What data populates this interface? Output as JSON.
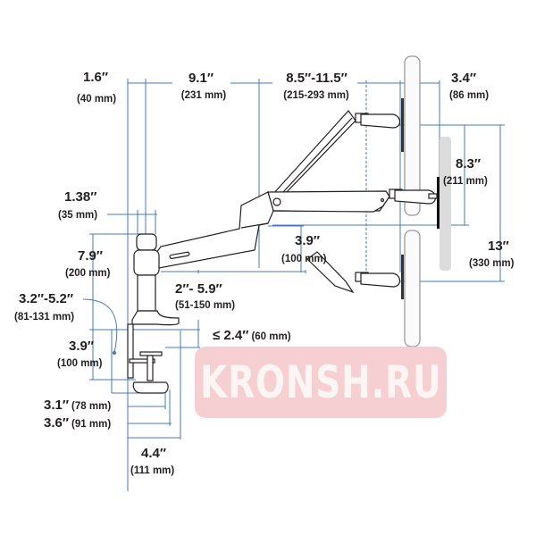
{
  "diagram": {
    "subject": "Single monitor arm mounting dimensions",
    "line_color": "#4a78b8",
    "drawing_color": "#231f20",
    "dimensions": {
      "pole_width": {
        "imperial": "1.6″",
        "metric": "(40 mm)"
      },
      "arm1_length": {
        "imperial": "9.1″",
        "metric": "(231 mm)"
      },
      "arm2_length": {
        "imperial": "8.5″-11.5″",
        "metric": "(215-293 mm)"
      },
      "monitor_depth": {
        "imperial": "3.4″",
        "metric": "(86 mm)"
      },
      "tilt_offset": {
        "imperial": "8.3″",
        "metric": "(211 mm)"
      },
      "lift_range": {
        "imperial": "13″",
        "metric": "(330 mm)"
      },
      "pole_diameter": {
        "imperial": "1.38″",
        "metric": "(35 mm)"
      },
      "arm_drop": {
        "imperial": "3.9″",
        "metric": "(100 mm)"
      },
      "pole_height": {
        "imperial": "7.9″",
        "metric": "(200 mm)"
      },
      "arm_height_adjust": {
        "imperial": "2″- 5.9″",
        "metric": "(51-150 mm)"
      },
      "clamp_rotation": {
        "imperial": "3.2″-5.2″",
        "metric": "(81-131 mm)"
      },
      "desk_thickness_max": {
        "imperial": "≤ 2.4″",
        "metric": "(60 mm)"
      },
      "clamp_depth": {
        "imperial": "3.9″",
        "metric": "(100 mm)"
      },
      "clamp_pad_1": {
        "imperial": "3.1″",
        "metric": "(78 mm)"
      },
      "clamp_pad_2": {
        "imperial": "3.6″",
        "metric": "(91 mm)"
      },
      "base_width": {
        "imperial": "4.4″",
        "metric": "(111 mm)"
      }
    }
  },
  "watermark": {
    "text": "KRONSH.RU"
  }
}
